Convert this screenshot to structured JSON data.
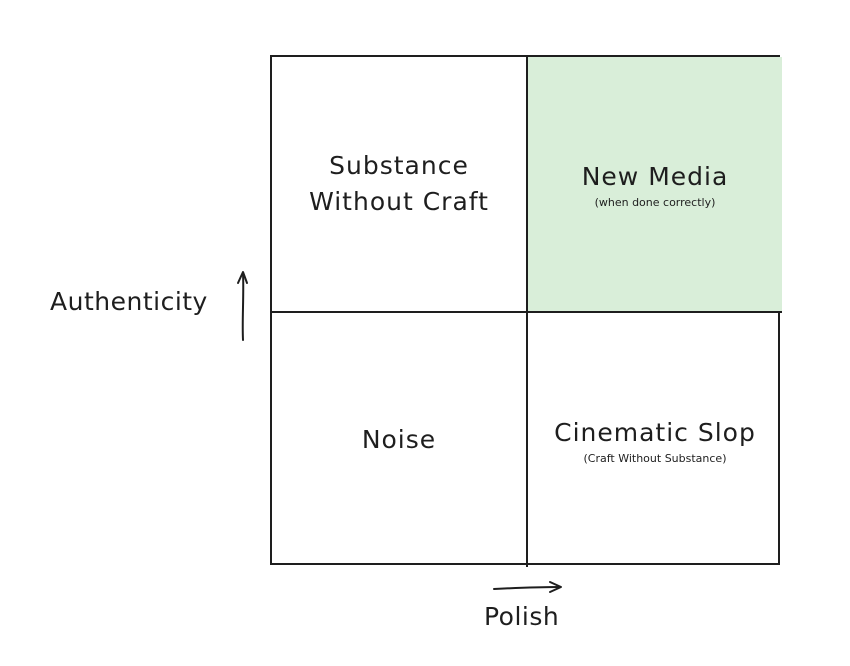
{
  "quadrants": {
    "top_left": {
      "title": "Substance Without Craft",
      "subtitle": ""
    },
    "top_right": {
      "title": "New Media",
      "subtitle": "(when done correctly)"
    },
    "bottom_left": {
      "title": "Noise",
      "subtitle": ""
    },
    "bottom_right": {
      "title": "Cinematic Slop",
      "subtitle": "(Craft Without Substance)"
    }
  },
  "axes": {
    "y_label": "Authenticity",
    "x_label": "Polish"
  },
  "colors": {
    "highlight": "#d9eed9",
    "stroke": "#1e1e1e"
  }
}
